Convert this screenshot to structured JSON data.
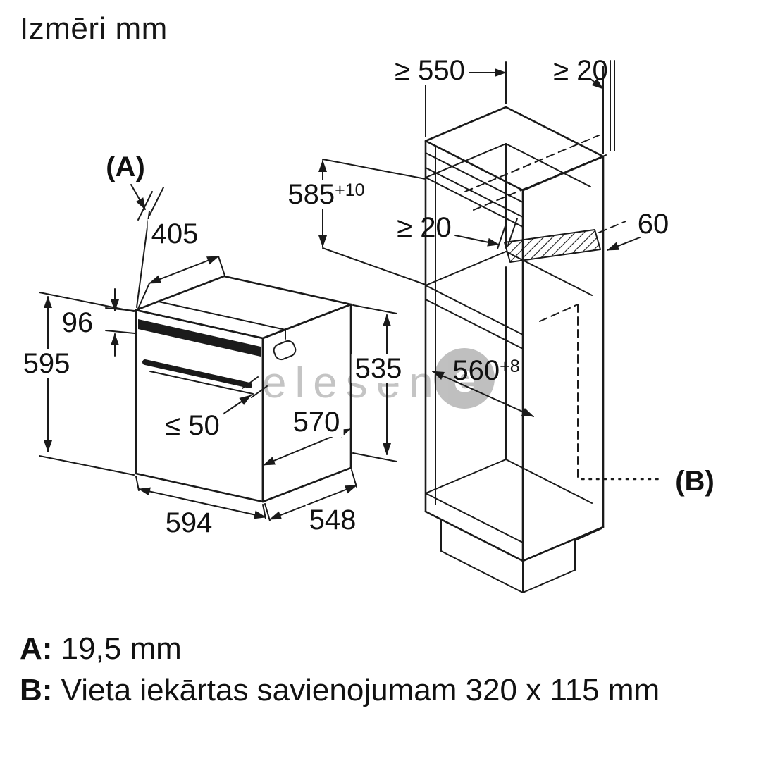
{
  "title": "Izmēri mm",
  "watermark": {
    "text": "elesen",
    "badge": "e"
  },
  "diagram": {
    "labels": {
      "a_ref": "(A)",
      "b_ref": "(B)",
      "d405": "405",
      "d96": "96",
      "d595": "595",
      "d_le50": "≤ 50",
      "d570": "570",
      "d594": "594",
      "d548": "548",
      "d535": "535",
      "d585": {
        "base": "585",
        "sup": "+10"
      },
      "d560": {
        "base": "560",
        "sup": "+8"
      },
      "d_ge550": "≥ 550",
      "d_ge20_top": "≥ 20",
      "d_ge20_mid": "≥ 20",
      "d60": "60"
    }
  },
  "footer": {
    "a_key": "A:",
    "a_value": "19,5 mm",
    "b_key": "B:",
    "b_value": "Vieta iekārtas savienojumam 320 x 115 mm"
  },
  "colors": {
    "line": "#1a1a1a",
    "background": "#ffffff",
    "watermark": "#8c8c8c"
  }
}
